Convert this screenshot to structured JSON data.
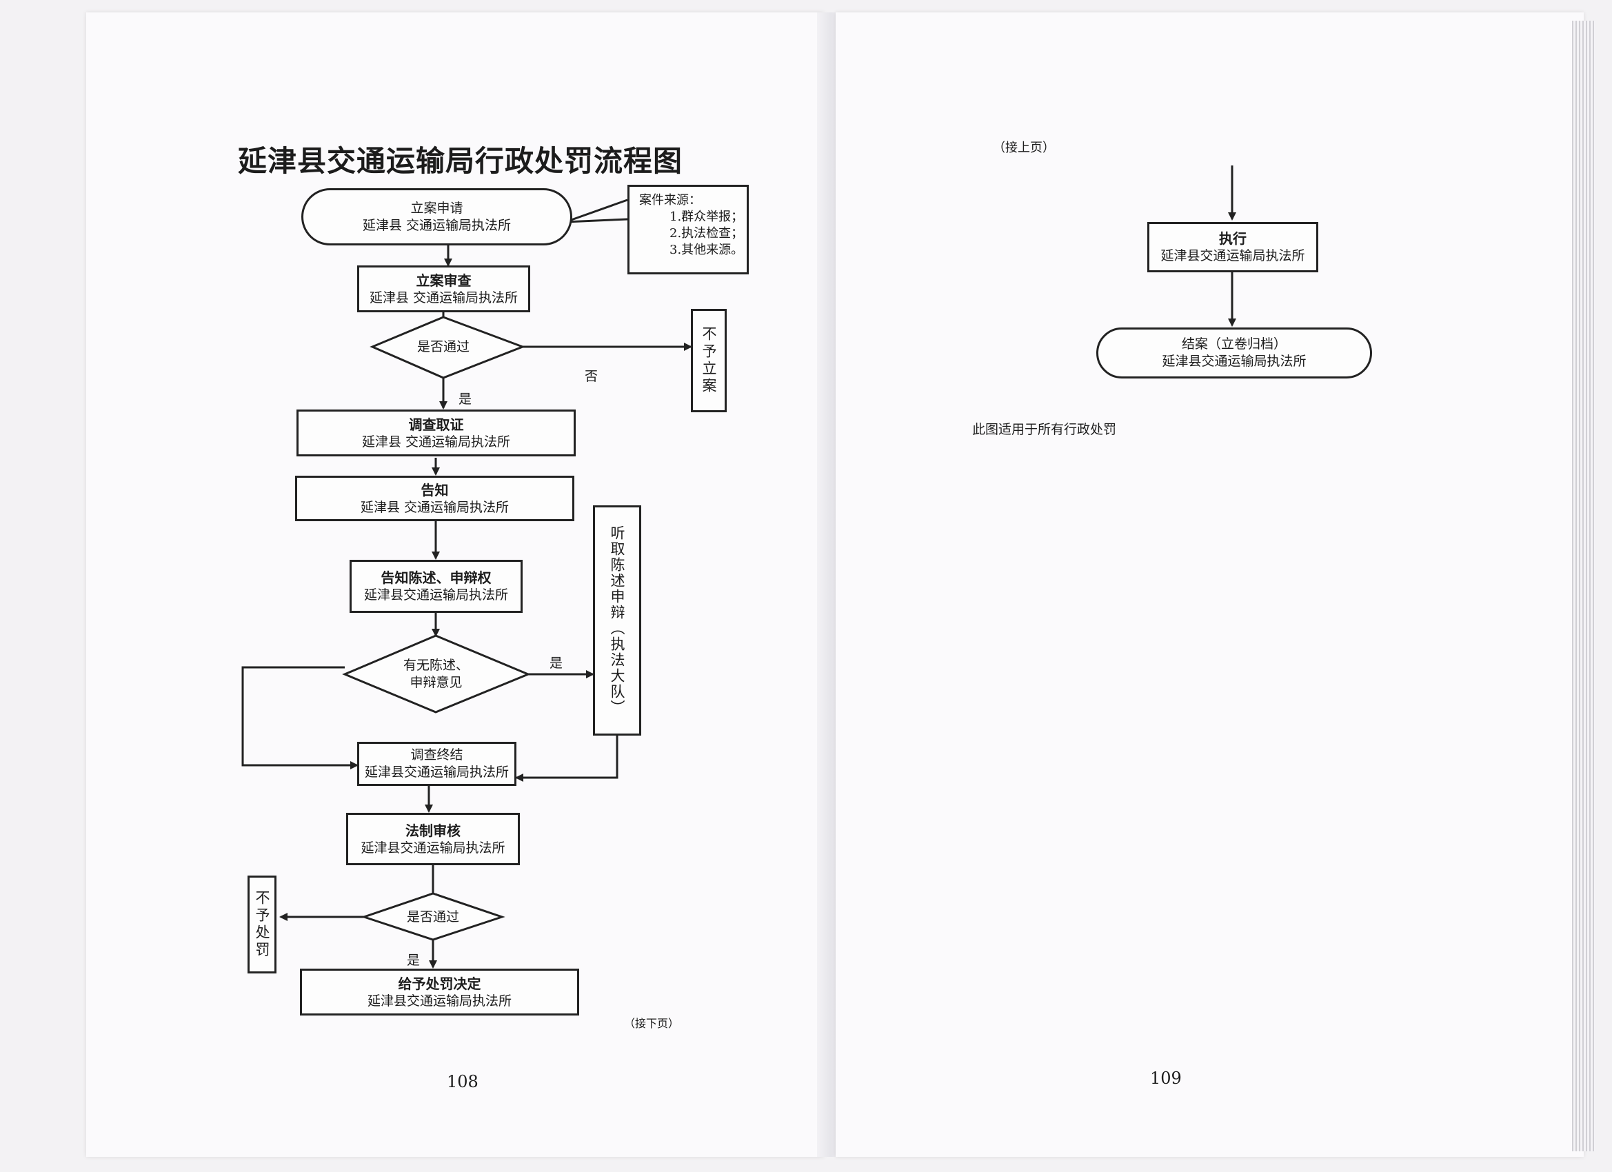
{
  "left_page": {
    "title": "延津县交通运输局行政处罚流程图",
    "page_number": "108",
    "continued_note": "（接下页）",
    "nodes": {
      "filing_application": {
        "title": "立案申请",
        "sub": "延津县 交通运输局执法所"
      },
      "case_source": {
        "heading": "案件来源：",
        "items": [
          "1.群众举报；",
          "2.执法检查；",
          "3.其他来源。"
        ]
      },
      "filing_review": {
        "title": "立案审查",
        "sub": "延津县 交通运输局执法所"
      },
      "pass_check_1": {
        "label": "是否通过"
      },
      "no_filing": {
        "label": "不予立案"
      },
      "investigation": {
        "title": "调查取证",
        "sub": "延津县 交通运输局执法所"
      },
      "notice": {
        "title": "告知",
        "sub": "延津县 交通运输局执法所"
      },
      "notice_defense_rights": {
        "title": "告知陈述、申辩权",
        "sub": "延津县交通运输局执法所"
      },
      "defense_check": {
        "line1": "有无陈述、",
        "line2": "申辩意见"
      },
      "hearing": {
        "label": "听取陈述申辩（执法大队）"
      },
      "investigation_end": {
        "title": "调查终结",
        "sub": "延津县交通运输局执法所"
      },
      "legal_review": {
        "title": "法制审核",
        "sub": "延津县交通运输局执法所"
      },
      "pass_check_2": {
        "label": "是否通过"
      },
      "no_penalty": {
        "label": "不予处罚"
      },
      "penalty_decision": {
        "title": "给予处罚决定",
        "sub": "延津县交通运输局执法所"
      }
    },
    "edge_labels": {
      "no": "否",
      "yes_1": "是",
      "yes_defense": "是",
      "yes_2": "是"
    }
  },
  "right_page": {
    "continued_note": "（接上页）",
    "page_number": "109",
    "nodes": {
      "execution": {
        "title": "执行",
        "sub": "延津县交通运输局执法所"
      },
      "case_closed": {
        "title": "结案（立卷归档）",
        "sub": "延津县交通运输局执法所"
      }
    },
    "note": "此图适用于所有行政处罚"
  }
}
